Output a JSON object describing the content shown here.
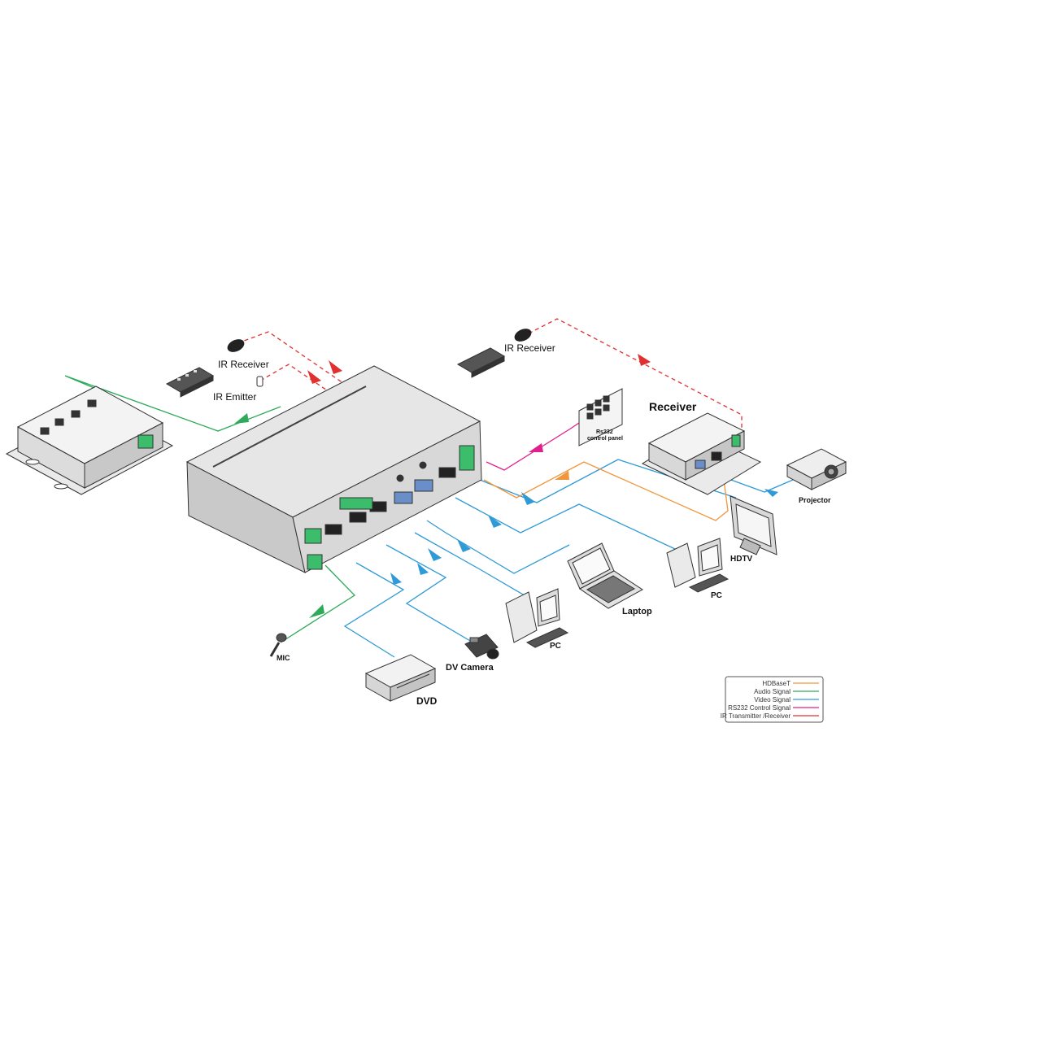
{
  "colors": {
    "hdbaset": "#f0963c",
    "audio": "#2eaa5a",
    "video": "#2f9ad6",
    "rs232": "#e0208c",
    "ir": "#e03030",
    "device_fill": "#e8e8e8",
    "device_stroke": "#333333"
  },
  "labels": {
    "ir_receiver_left": "IR Receiver",
    "ir_emitter": "IR Emitter",
    "ir_receiver_right": "IR Receiver",
    "receiver": "Receiver",
    "projector": "Projector",
    "rs232_panel_line1": "Rs232",
    "rs232_panel_line2": "control panel",
    "hdtv": "HDTV",
    "pc_right": "PC",
    "laptop": "Laptop",
    "pc_center": "PC",
    "mic": "MIC",
    "dv_camera": "DV Camera",
    "dvd": "DVD"
  },
  "legend": {
    "items": [
      {
        "label": "HDBaseT",
        "color_key": "hdbaset"
      },
      {
        "label": "Audio Signal",
        "color_key": "audio"
      },
      {
        "label": "Video Signal",
        "color_key": "video"
      },
      {
        "label": "RS232 Control Signal",
        "color_key": "rs232"
      },
      {
        "label": "IR Transmitter /Receiver",
        "color_key": "ir"
      }
    ]
  }
}
